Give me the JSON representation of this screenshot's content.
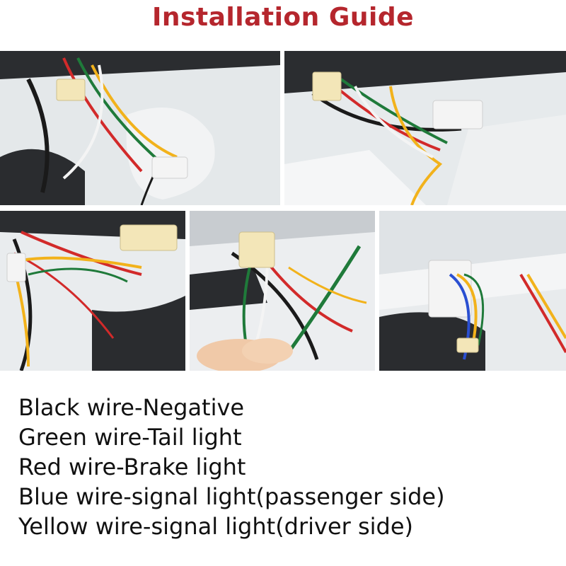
{
  "title": "Installation Guide",
  "colors": {
    "title": "#b5262d",
    "wire_black": "#1a1a1a",
    "wire_green": "#1f7a3a",
    "wire_red": "#d22a2a",
    "wire_blue": "#2a4fd1",
    "wire_yellow": "#f2b21b",
    "wire_white": "#f4f4f4",
    "connector": "#f3e6b8"
  },
  "legend": [
    "Black wire-Negative",
    "Green wire-Tail light",
    "Red wire-Brake light",
    "Blue wire-signal light(passenger side)",
    "Yellow wire-signal light(driver side)"
  ]
}
